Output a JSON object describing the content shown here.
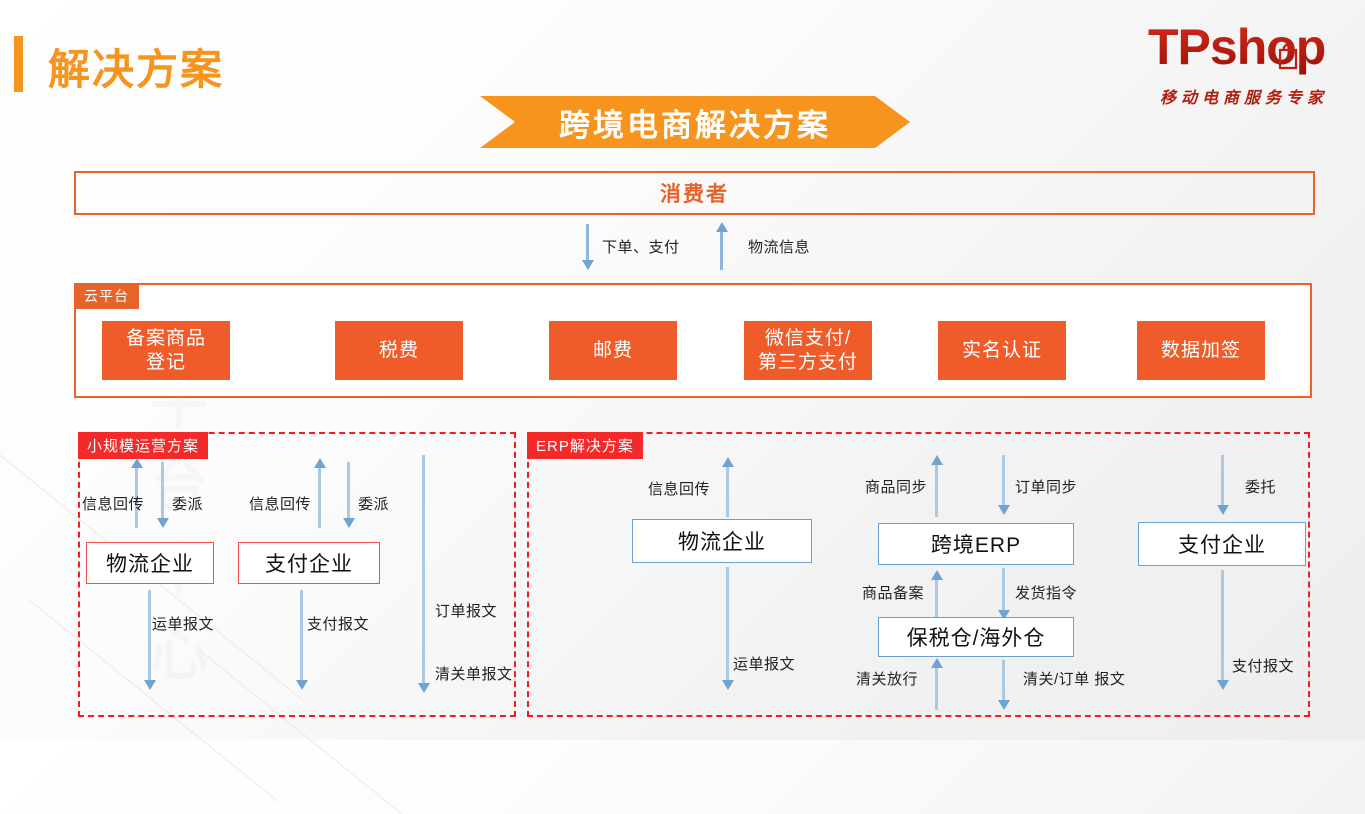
{
  "header": {
    "title": "解决方案",
    "accent_color": "#F7941E",
    "logo": {
      "text": "TPshop",
      "tagline": "移动电商服务专家",
      "color": "#A81508",
      "icon": "shopping-bag-icon"
    }
  },
  "banner": {
    "text": "跨境电商解决方案",
    "color": "#F7941E"
  },
  "consumer": {
    "label": "消费者",
    "border_color": "#E8632A"
  },
  "consumer_flows": [
    {
      "label": "下单、支付",
      "direction": "down"
    },
    {
      "label": "物流信息",
      "direction": "up"
    }
  ],
  "cloud_platform": {
    "tag": "云平台",
    "border_color": "#E8632A",
    "box_color": "#EF5B29",
    "boxes": [
      {
        "label": "备案商品\n登记",
        "line1": "备案商品",
        "line2": "登记"
      },
      {
        "label": "税费",
        "line1": "税费",
        "line2": ""
      },
      {
        "label": "邮费",
        "line1": "邮费",
        "line2": ""
      },
      {
        "label": "微信支付/\n第三方支付",
        "line1": "微信支付/",
        "line2": "第三方支付"
      },
      {
        "label": "实名认证",
        "line1": "实名认证",
        "line2": ""
      },
      {
        "label": "数据加签",
        "line1": "数据加签",
        "line2": ""
      }
    ]
  },
  "panels": [
    {
      "tag": "小规模运营方案",
      "tag_color": "#F42A2A",
      "border_color": "#F21D1D",
      "boxes": [
        {
          "label": "物流企业",
          "style": "red"
        },
        {
          "label": "支付企业",
          "style": "red"
        }
      ],
      "flow_labels": [
        {
          "label": "信息回传",
          "direction": "up"
        },
        {
          "label": "委派",
          "direction": "down"
        },
        {
          "label": "信息回传",
          "direction": "up"
        },
        {
          "label": "委派",
          "direction": "down"
        },
        {
          "label": "运单报文",
          "direction": "down"
        },
        {
          "label": "支付报文",
          "direction": "down"
        },
        {
          "label": "订单报文",
          "direction": "down"
        },
        {
          "label": "清关单报文",
          "direction": "down"
        }
      ]
    },
    {
      "tag": "ERP解决方案",
      "tag_color": "#F42A2A",
      "border_color": "#F21D1D",
      "boxes": [
        {
          "label": "物流企业",
          "style": "blue"
        },
        {
          "label": "跨境ERP",
          "style": "blue"
        },
        {
          "label": "支付企业",
          "style": "blue"
        },
        {
          "label": "保税仓/海外仓",
          "style": "blue"
        }
      ],
      "flow_labels": [
        {
          "label": "信息回传",
          "direction": "up"
        },
        {
          "label": "商品同步",
          "direction": "up"
        },
        {
          "label": "订单同步",
          "direction": "down"
        },
        {
          "label": "委托",
          "direction": "down"
        },
        {
          "label": "商品备案",
          "direction": "up"
        },
        {
          "label": "发货指令",
          "direction": "down"
        },
        {
          "label": "运单报文",
          "direction": "down"
        },
        {
          "label": "清关放行",
          "direction": "up"
        },
        {
          "label": "清关/订单 报文",
          "direction": "down"
        },
        {
          "label": "支付报文",
          "direction": "down"
        }
      ]
    }
  ],
  "arrow_color": "#8CB6DC"
}
